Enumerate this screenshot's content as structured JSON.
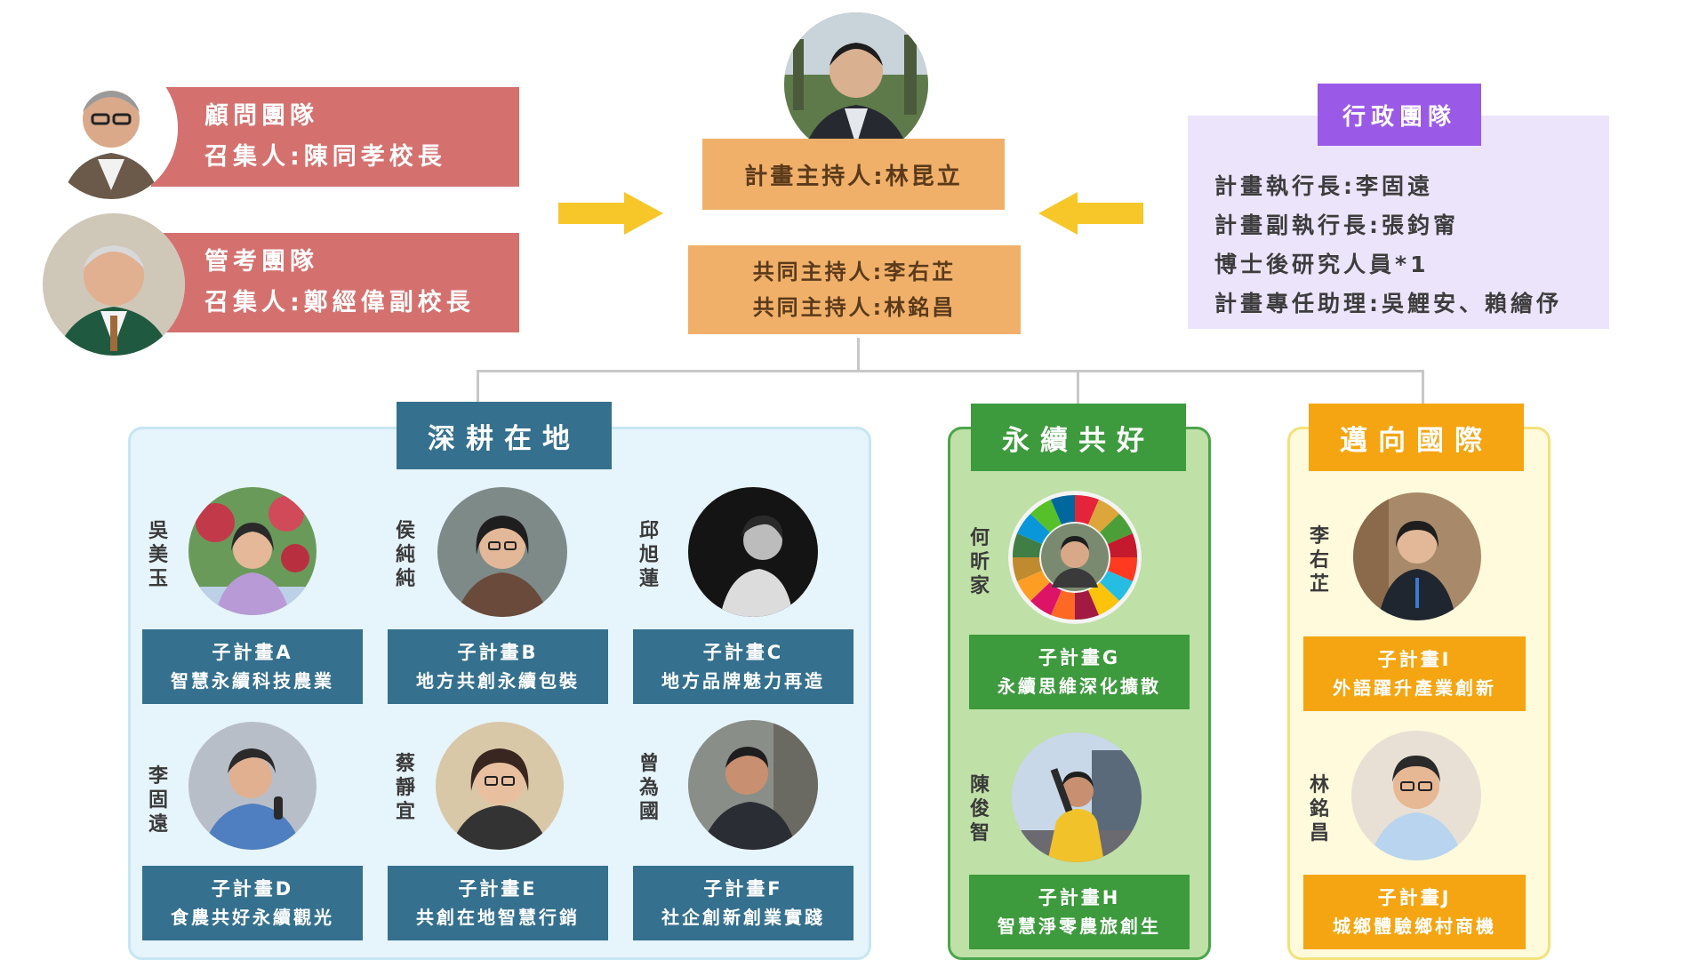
{
  "advisory": {
    "line1": "顧問團隊",
    "line2": "召集人:陳同孝校長"
  },
  "audit": {
    "line1": "管考團隊",
    "line2": "召集人:鄭經偉副校長"
  },
  "pi": {
    "label": "計畫主持人:林昆立"
  },
  "copi": {
    "line1": "共同主持人:李右芷",
    "line2": "共同主持人:林銘昌"
  },
  "admin": {
    "title": "行政團隊",
    "items": [
      "計畫執行長:李固遠",
      "計畫副執行長:張鈞甯",
      "博士後研究人員*1",
      "計畫專任助理:吳鯉安、賴繪伃"
    ]
  },
  "sections": {
    "local": {
      "title": "深耕在地"
    },
    "sustain": {
      "title": "永續共好"
    },
    "intl": {
      "title": "邁向國際"
    }
  },
  "projects": [
    {
      "name": "吳美玉",
      "label": "子計畫A",
      "desc": "智慧永續科技農業"
    },
    {
      "name": "侯純純",
      "label": "子計畫B",
      "desc": "地方共創永續包裝"
    },
    {
      "name": "邱旭蓮",
      "label": "子計畫C",
      "desc": "地方品牌魅力再造"
    },
    {
      "name": "李固遠",
      "label": "子計畫D",
      "desc": "食農共好永續觀光"
    },
    {
      "name": "蔡靜宜",
      "label": "子計畫E",
      "desc": "共創在地智慧行銷"
    },
    {
      "name": "曾為國",
      "label": "子計畫F",
      "desc": "社企創新創業實踐"
    },
    {
      "name": "何昕家",
      "label": "子計畫G",
      "desc": "永續思維深化擴散"
    },
    {
      "name": "陳俊智",
      "label": "子計畫H",
      "desc": "智慧淨零農旅創生"
    },
    {
      "name": "李右芷",
      "label": "子計畫I",
      "desc": "外語躍升產業創新"
    },
    {
      "name": "林銘昌",
      "label": "子計畫J",
      "desc": "城鄉體驗鄉村商機"
    }
  ],
  "colors": {
    "team_red": "#d4716f",
    "pi_orange": "#f0b06a",
    "admin_purple": "#9b59e8",
    "local_blue": "#35708f",
    "sustain_green": "#3d9a3d",
    "intl_orange": "#f5a511"
  },
  "icons": [
    "arrow-right-icon",
    "arrow-left-icon",
    "sdg-wheel-icon"
  ]
}
